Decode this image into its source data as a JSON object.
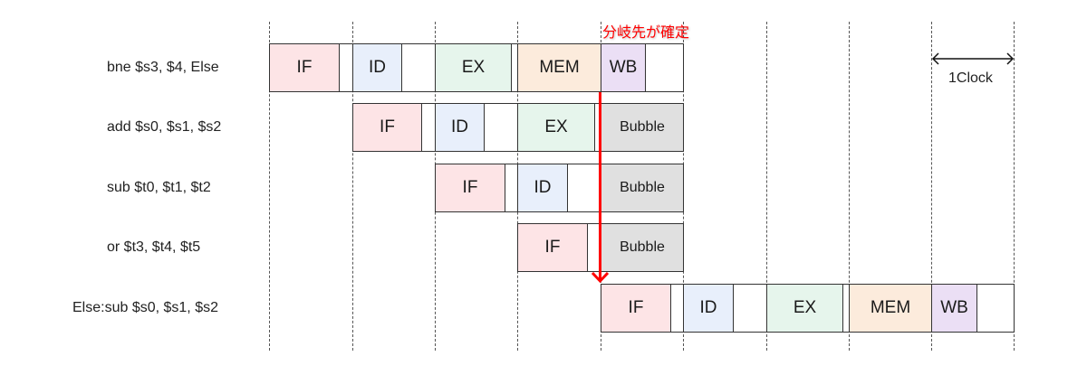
{
  "annotation": {
    "text": "分岐先が確定",
    "color": "#ff0000"
  },
  "clock": {
    "label": "1Clock"
  },
  "colors": {
    "IF": "#fde4e6",
    "ID": "#e8effb",
    "EX": "#e6f5ec",
    "MEM": "#fcebdc",
    "WB": "#ebdff5",
    "Bubble": "#e0e0e0",
    "blank": "#ffffff"
  },
  "instructions": [
    {
      "label": "bne $s3, $4, Else",
      "stages": [
        "IF",
        "ID",
        "EX",
        "MEM",
        "WB"
      ]
    },
    {
      "label": "add $s0, $s1, $s2",
      "stages": [
        "IF",
        "ID",
        "EX",
        "Bubble"
      ]
    },
    {
      "label": "sub $t0, $t1, $t2",
      "stages": [
        "IF",
        "ID",
        "Bubble"
      ]
    },
    {
      "label": "or $t3, $t4, $t5",
      "stages": [
        "IF",
        "Bubble"
      ]
    },
    {
      "label": "Else:sub $s0, $s1, $s2",
      "stages": [
        "IF",
        "ID",
        "EX",
        "MEM",
        "WB"
      ]
    }
  ],
  "stage_labels": {
    "IF": "IF",
    "ID": "ID",
    "EX": "EX",
    "MEM": "MEM",
    "WB": "WB",
    "Bubble": "Bubble"
  }
}
